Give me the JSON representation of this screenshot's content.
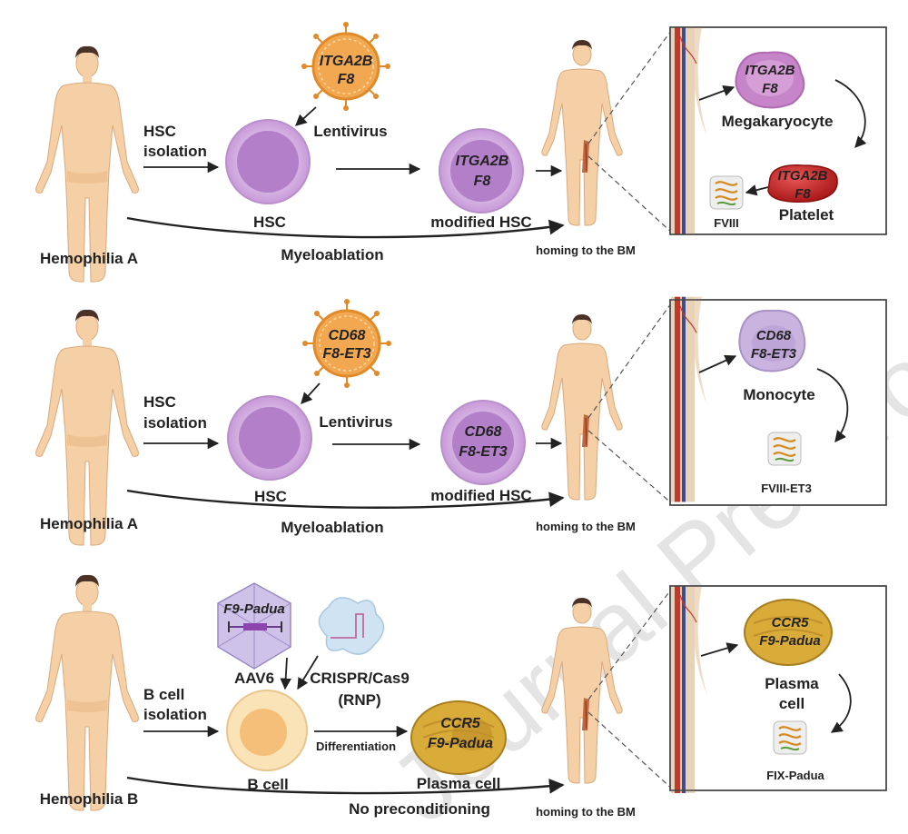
{
  "watermark": "Journal Pre-proof",
  "colors": {
    "skin": "#f5cfa6",
    "skin_edge": "#d9a97c",
    "hair": "#4a3326",
    "hsc_outer": "#d7b5e4",
    "hsc_inner": "#b27fc8",
    "virus_body": "#f2a850",
    "virus_ring": "#e08a2a",
    "bcell_outer": "#fbe3b8",
    "bcell_inner": "#f5bf7a",
    "plasma_body": "#d9ac3a",
    "plasma_inner": "#c2902a",
    "megakaryocyte": "#c785c9",
    "platelet": "#cc2222",
    "monocyte": "#c8b4de",
    "aav": "#cfc2e8",
    "rnp": "#cfe3f2",
    "bone": "#e8d2b8",
    "vessel_red": "#c0392b",
    "vessel_blue": "#3b4d8f",
    "arrow": "#222222"
  },
  "panels": [
    {
      "patient_label": "Hemophilia A",
      "isolation_label_1": "HSC",
      "isolation_label_2": "isolation",
      "vector_line_1": "ITGA2B",
      "vector_line_2": "F8",
      "vector_label": "Lentivirus",
      "cell_label": "HSC",
      "modified_line_1": "ITGA2B",
      "modified_line_2": "F8",
      "modified_label": "modified HSC",
      "conditioning_label": "Myeloablation",
      "homing_label": "homing to the BM",
      "inset": {
        "cell_line_1": "ITGA2B",
        "cell_line_2": "F8",
        "cell_label": "Megakaryocyte",
        "product_cell_line_1": "ITGA2B",
        "product_cell_line_2": "F8",
        "product_cell_label": "Platelet",
        "protein_label": "FVIII"
      }
    },
    {
      "patient_label": "Hemophilia A",
      "isolation_label_1": "HSC",
      "isolation_label_2": "isolation",
      "vector_line_1": "CD68",
      "vector_line_2": "F8-ET3",
      "vector_label": "Lentivirus",
      "cell_label": "HSC",
      "modified_line_1": "CD68",
      "modified_line_2": "F8-ET3",
      "modified_label": "modified HSC",
      "conditioning_label": "Myeloablation",
      "homing_label": "homing to the BM",
      "inset": {
        "cell_line_1": "CD68",
        "cell_line_2": "F8-ET3",
        "cell_label": "Monocyte",
        "protein_label": "FVIII-ET3"
      }
    },
    {
      "patient_label": "Hemophilia B",
      "isolation_label_1": "B cell",
      "isolation_label_2": "isolation",
      "vector_line_1": "F9-Padua",
      "vector_label": "AAV6",
      "editor_line_1": "CRISPR/Cas9",
      "editor_line_2": "(RNP)",
      "cell_label": "B cell",
      "differentiation_label": "Differentiation",
      "modified_line_1": "CCR5",
      "modified_line_2": "F9-Padua",
      "modified_label": "Plasma cell",
      "conditioning_label": "No preconditioning",
      "homing_label": "homing to the BM",
      "inset": {
        "cell_line_1": "CCR5",
        "cell_line_2": "F9-Padua",
        "cell_label_1": "Plasma",
        "cell_label_2": "cell",
        "protein_label": "FIX-Padua"
      }
    }
  ]
}
